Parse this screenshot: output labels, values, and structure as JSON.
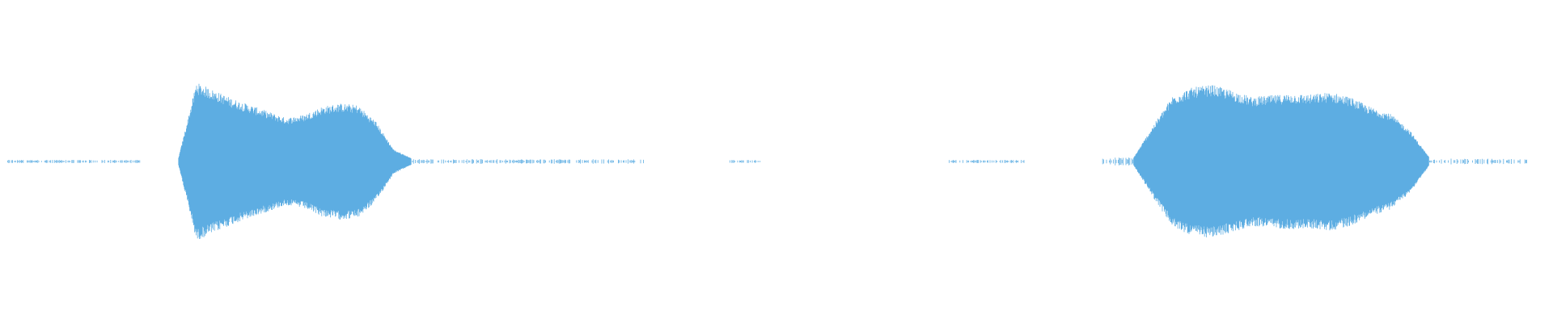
{
  "waveform": {
    "color": "#5dade2",
    "background": "#ffffff",
    "duration_fraction_note": "",
    "segments": [
      {
        "kind": "noise",
        "start": 0.005,
        "end": 0.09,
        "level": 0.01
      },
      {
        "kind": "voice",
        "start": 0.115,
        "end": 0.265,
        "envelope": [
          0.05,
          0.98,
          0.88,
          0.78,
          0.7,
          0.62,
          0.54,
          0.58,
          0.68,
          0.72,
          0.7,
          0.5,
          0.15,
          0.04
        ]
      },
      {
        "kind": "noise",
        "start": 0.265,
        "end": 0.415,
        "level": 0.015
      },
      {
        "kind": "noise",
        "start": 0.47,
        "end": 0.49,
        "level": 0.008
      },
      {
        "kind": "noise",
        "start": 0.61,
        "end": 0.66,
        "level": 0.01
      },
      {
        "kind": "noise",
        "start": 0.71,
        "end": 0.73,
        "level": 0.03
      },
      {
        "kind": "voice",
        "start": 0.73,
        "end": 0.92,
        "envelope": [
          0.05,
          0.45,
          0.82,
          0.92,
          0.95,
          0.88,
          0.8,
          0.82,
          0.84,
          0.83,
          0.86,
          0.8,
          0.68,
          0.6,
          0.4,
          0.06
        ]
      },
      {
        "kind": "noise",
        "start": 0.92,
        "end": 0.985,
        "level": 0.02
      }
    ]
  }
}
